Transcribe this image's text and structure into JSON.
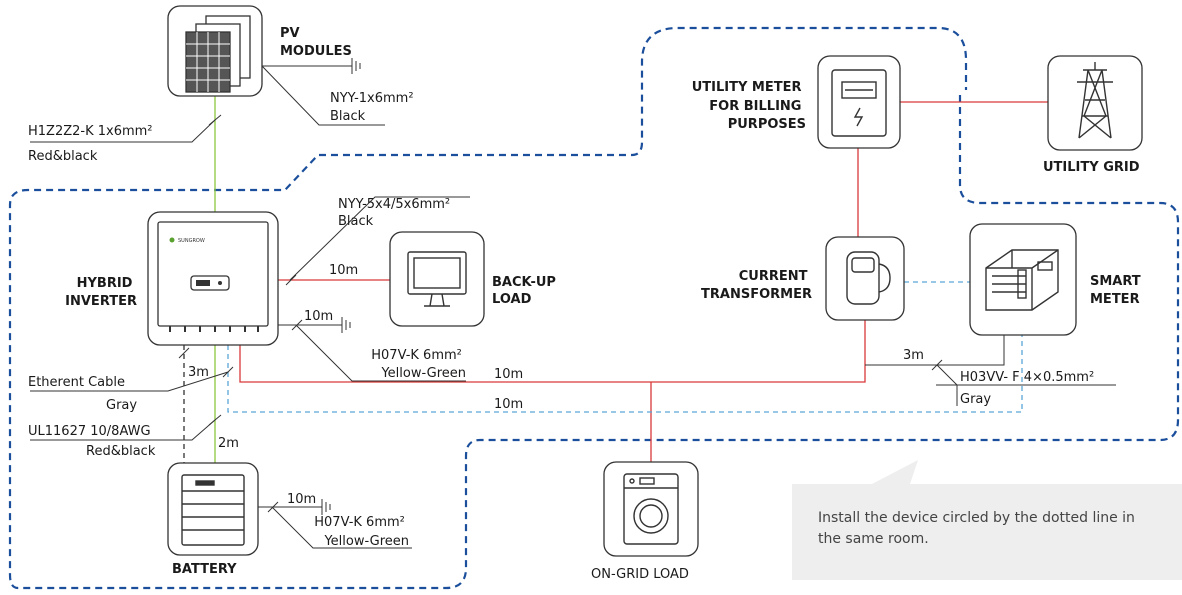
{
  "devices": {
    "pv_modules": [
      "PV",
      "MODULES"
    ],
    "hybrid_inverter": [
      "HYBRID",
      "INVERTER"
    ],
    "backup_load": [
      "BACK-UP",
      "LOAD"
    ],
    "battery": "BATTERY",
    "on_grid_load": "ON-GRID LOAD",
    "utility_meter": [
      "UTILITY METER",
      "FOR BILLING",
      "PURPOSES"
    ],
    "utility_grid": "UTILITY GRID",
    "current_transformer": [
      "CURRENT",
      "TRANSFORMER"
    ],
    "smart_meter": [
      "SMART",
      "METER"
    ]
  },
  "cables": {
    "pv_ground": [
      "NYY-1x6mm²",
      "Black"
    ],
    "pv_dc": [
      "H1Z2Z2-K 1x6mm²",
      "Red&black"
    ],
    "backup": [
      "NYY-5x4/5x6mm²",
      "Black"
    ],
    "inverter_ground": [
      "H07V-K 6mm²",
      "Yellow-Green"
    ],
    "ethernet": [
      "Etherent Cable",
      "Gray"
    ],
    "battery_power": [
      "UL11627 10/8AWG",
      "Red&black"
    ],
    "battery_ground": [
      "H07V-K 6mm²",
      "Yellow-Green"
    ],
    "meter_comm": [
      "H03VV- F 4×0.5mm²",
      "Gray"
    ]
  },
  "lengths": {
    "backup": "10m",
    "inverter_ground": "10m",
    "ethernet": "3m",
    "battery": "2m",
    "grid_line": "10m",
    "comm_line": "10m",
    "meter_ct": "3m",
    "battery_ground": "10m"
  },
  "device_labels": {
    "inverter_brand": "SUNGROW"
  },
  "note": "Install the device circled by the dotted line in the same room.",
  "colors": {
    "ac_cable": "#d9393b",
    "dc_cable": "#8cc63f",
    "comm_cable": "#5ba6d6",
    "boundary": "#1b4f9c",
    "note_bg": "#eeeeee"
  }
}
